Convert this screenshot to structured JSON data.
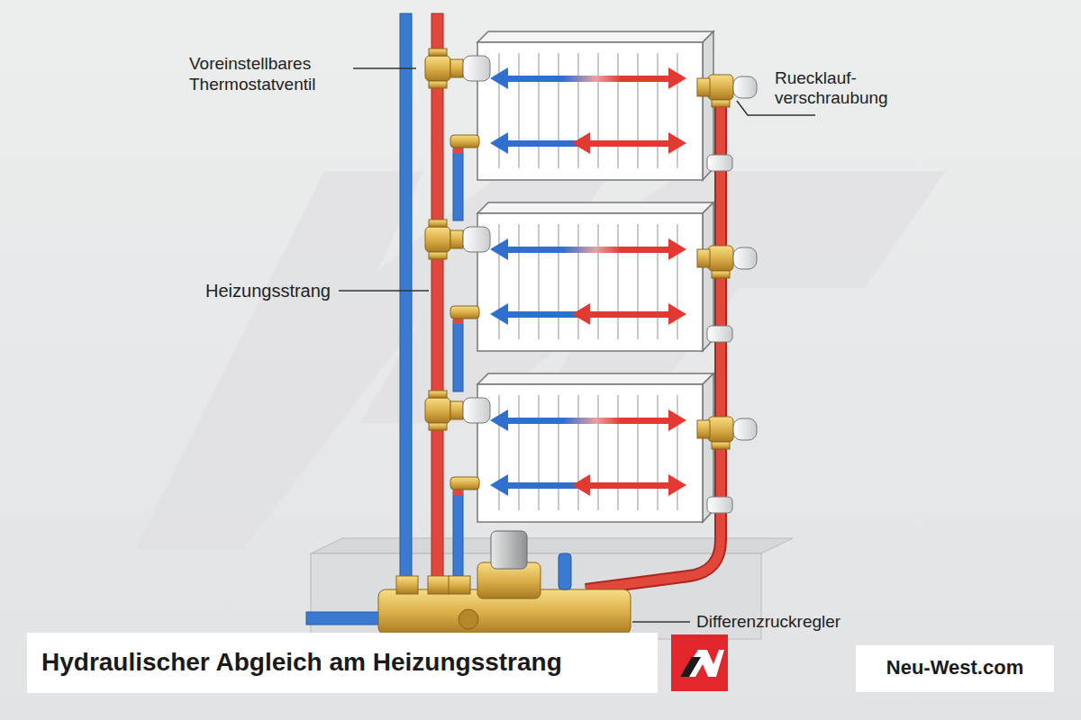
{
  "diagram": {
    "title": "Hydraulischer Abgleich am Heizungsstrang",
    "labels": [
      "Voreinstellbares Thermostatventil",
      "Ruecklauf- verschraubung",
      "Heizungsstrang",
      "Differenzruckregler",
      "Neu-West.com"
    ]
  }
}
